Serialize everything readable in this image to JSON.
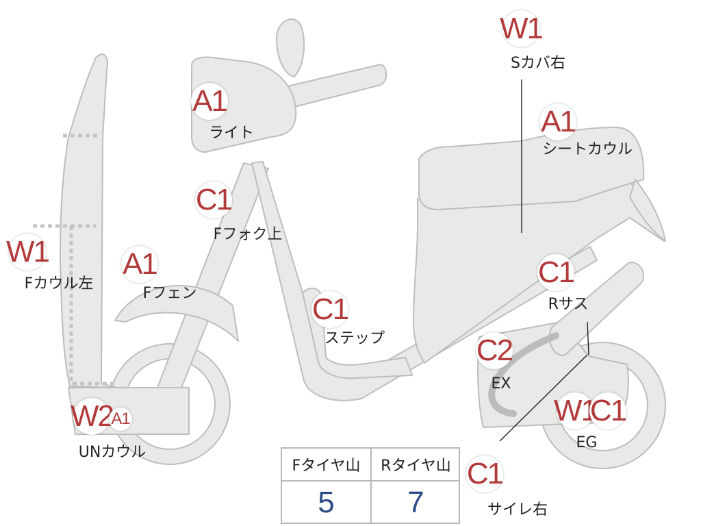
{
  "colors": {
    "body_fill": "#e9e9e7",
    "outline": "#bdbdbd",
    "grade_text": "#b23a3a",
    "value_text": "#2c4a86"
  },
  "parts": [
    {
      "key": "s-cover-right",
      "grade": "W1",
      "label": "Sカバ右"
    },
    {
      "key": "light",
      "grade": "A1",
      "label": "ライト"
    },
    {
      "key": "seat-cowl",
      "grade": "A1",
      "label": "シートカウル"
    },
    {
      "key": "f-fork-upper",
      "grade": "C1",
      "label": "Fフォク上"
    },
    {
      "key": "f-cowl-left",
      "grade": "W1",
      "label": "Fカウル左"
    },
    {
      "key": "f-fender",
      "grade": "A1",
      "label": "Fフェン"
    },
    {
      "key": "r-suspension",
      "grade": "C1",
      "label": "Rサス"
    },
    {
      "key": "step",
      "grade": "C1",
      "label": "ステップ"
    },
    {
      "key": "exhaust",
      "grade": "C2",
      "label": "EX"
    },
    {
      "key": "under-cowl",
      "grades": [
        "W2",
        "A1"
      ],
      "label": "UNカウル"
    },
    {
      "key": "engine",
      "grades": [
        "W1",
        "C1"
      ],
      "label": "EG"
    },
    {
      "key": "silencer-right",
      "grade": "C1",
      "label": "サイレ右"
    }
  ],
  "tread_table": {
    "front": {
      "header": "Fタイヤ山",
      "value": "5"
    },
    "rear": {
      "header": "Rタイヤ山",
      "value": "7"
    }
  }
}
